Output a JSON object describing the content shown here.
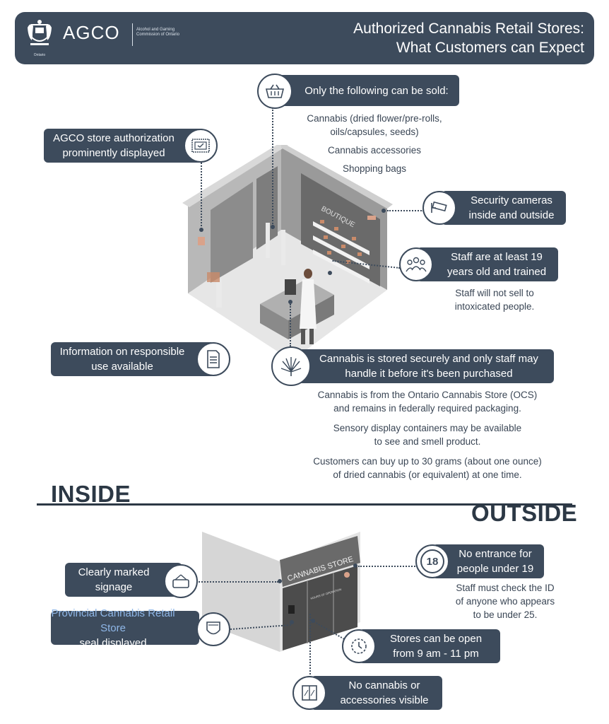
{
  "header": {
    "logo": "AGCO",
    "logo_subtitle": "Alcohol and Gaming Commission of Ontario",
    "crest_caption": "Ontario",
    "title_line1": "Authorized Cannabis Retail Stores:",
    "title_line2": "What Customers can Expect"
  },
  "inside": {
    "label": "INSIDE",
    "callouts": {
      "sold": {
        "title": "Only the following can be sold:",
        "icon": "basket-icon",
        "items": [
          "Cannabis (dried flower/pre-rolls,",
          "oils/capsules, seeds)",
          "Cannabis accessories",
          "Shopping bags"
        ]
      },
      "authorization": {
        "line1": "AGCO store authorization",
        "line2": "prominently displayed",
        "icon": "certificate-icon"
      },
      "cameras": {
        "line1": "Security cameras",
        "line2": "inside and outside",
        "icon": "camera-icon"
      },
      "staff": {
        "line1": "Staff are at least 19",
        "line2": "years old and trained",
        "icon": "people-icon",
        "note1": "Staff will not sell to",
        "note2": "intoxicated people."
      },
      "info": {
        "line1": "Information on responsible",
        "line2": "use available",
        "icon": "document-icon"
      },
      "storage": {
        "line1": "Cannabis is stored securely and only staff may",
        "line2": "handle it before it's been purchased",
        "icon": "cannabis-leaf-icon",
        "notes": [
          [
            "Cannabis is from the Ontario Cannabis Store (OCS)",
            "and remains in federally required packaging."
          ],
          [
            "Sensory display containers may be available",
            "to see and smell product."
          ],
          [
            "Customers can buy up to 30 grams (about one ounce)",
            "of dried cannabis (or equivalent) at one time."
          ]
        ]
      }
    },
    "store_sign": "BOUTIQUE"
  },
  "outside": {
    "label": "OUTSIDE",
    "store_sign": "CANNABIS STORE",
    "hours_sign": "HOURS OF OPERATION",
    "callouts": {
      "signage": {
        "line1": "Clearly marked",
        "line2": "signage",
        "icon": "sign-icon"
      },
      "seal": {
        "line1a": "Provincial Cannabis Retail",
        "line2a": "Store",
        "line2b": " seal displayed",
        "icon": "shield-icon"
      },
      "entrance": {
        "line1": "No entrance for",
        "line2": "people under 19",
        "icon_text": "18",
        "icon": "no-18-icon",
        "note1": "Staff must check the ID",
        "note2": "of anyone who appears",
        "note3": "to be under 25."
      },
      "hours": {
        "line1": "Stores can be open",
        "line2": "from 9 am - 11 pm",
        "icon": "clock-icon"
      },
      "visibility": {
        "line1": "No cannabis or",
        "line2": "accessories visible",
        "icon": "window-icon"
      }
    }
  },
  "colors": {
    "pill": "#3d4b5c",
    "highlight": "#8fb7e8",
    "building": "#c9c9c9"
  }
}
